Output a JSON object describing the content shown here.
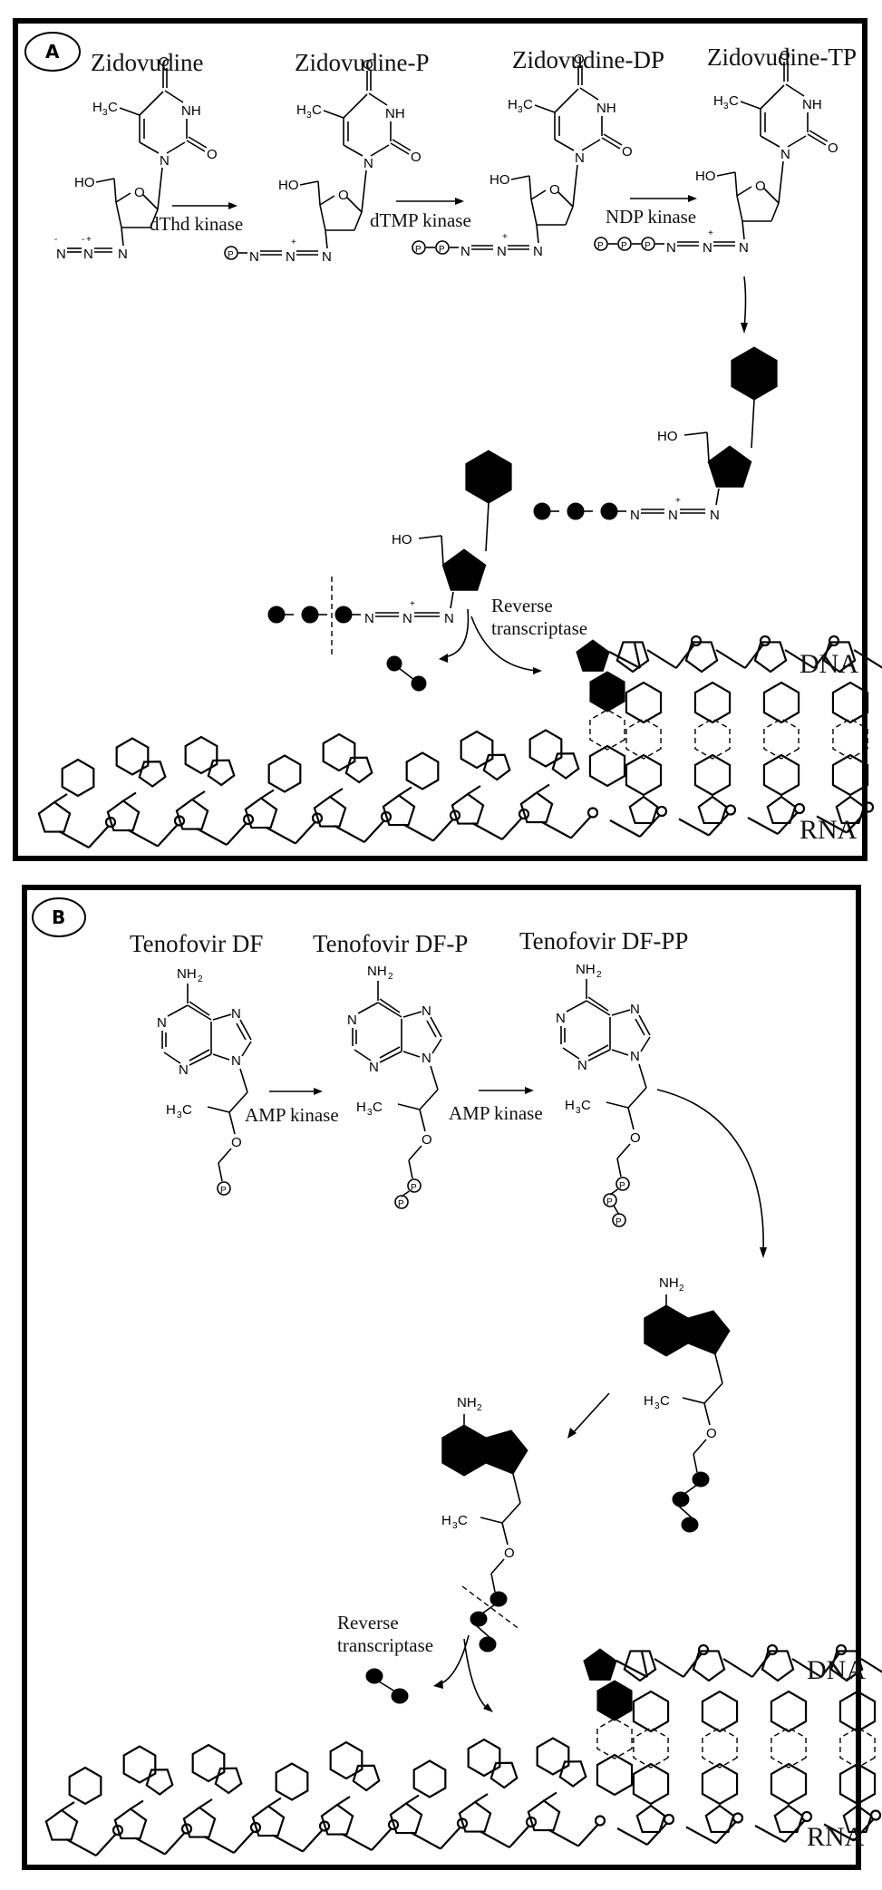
{
  "panels": [
    {
      "badge": "A",
      "compounds": [
        "Zidovudine",
        "Zidovudine-P",
        "Zidovudine-DP",
        "Zidovudine-TP"
      ],
      "enzymes": [
        "dThd kinase",
        "dTMP kinase",
        "NDP kinase"
      ],
      "process_enzyme": [
        "Reverse",
        "transcriptase"
      ],
      "strand_labels": {
        "top": "DNA",
        "bottom": "RNA"
      },
      "atoms": {
        "methyl": "H",
        "methyl_sub": "3",
        "methyl_c": "C",
        "nh": "NH",
        "o": "O",
        "n": "N",
        "ho": "HO",
        "azide_neg": "N",
        "azide_pos": "N",
        "plus": "+",
        "minus": "-",
        "phosphate": "P"
      }
    },
    {
      "badge": "B",
      "compounds": [
        "Tenofovir DF",
        "Tenofovir DF-P",
        "Tenofovir DF-PP"
      ],
      "enzymes": [
        "AMP kinase",
        "AMP kinase"
      ],
      "process_enzyme": [
        "Reverse",
        "transcriptase"
      ],
      "strand_labels": {
        "top": "DNA",
        "bottom": "RNA"
      },
      "atoms": {
        "amine": "NH",
        "amine_sub": "2",
        "n": "N",
        "o": "O",
        "methyl": "H",
        "methyl_sub": "3",
        "methyl_c": "C",
        "phosphate": "P"
      }
    }
  ],
  "icons": {
    "phosphate": "circled-P-icon",
    "active_phosphate": "filled-circle-icon",
    "base": "filled-hexagon-icon",
    "sugar": "filled-pentagon-icon",
    "arrow": "reaction-arrow-icon"
  }
}
